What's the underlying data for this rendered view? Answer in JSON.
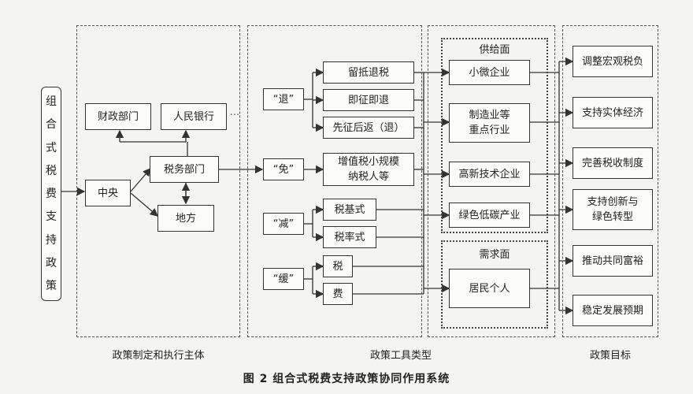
{
  "left_title_chars": [
    "组",
    "合",
    "式",
    "税",
    "费",
    "支",
    "持",
    "政",
    "策"
  ],
  "subjects": {
    "finance": "财政部门",
    "pboc": "人民银行",
    "pboc_dots": "···",
    "tax": "税务部门",
    "central": "中央",
    "local": "地方"
  },
  "tool_categories": {
    "refund": "“退”",
    "exempt": "“免”",
    "reduce": "“减”",
    "defer": "“缓”"
  },
  "tools": {
    "retained_credit_refund": "留抵退税",
    "immediate_refund": "即征即退",
    "collect_then_refund": "先征后返（退）",
    "vat_small_taxpayer": "增值税小规模\n纳税人等",
    "tax_base": "税基式",
    "tax_rate": "税率式",
    "tax": "税",
    "fee": "费"
  },
  "supply_side": {
    "header": "供给面",
    "items": [
      "小微企业",
      "制造业等\n重点行业",
      "高新技术企业",
      "绿色低碳产业"
    ]
  },
  "demand_side": {
    "header": "需求面",
    "items": [
      "居民个人"
    ]
  },
  "goals": [
    "调整宏观税负",
    "支持实体经济",
    "完善税收制度",
    "支持创新与\n绿色转型",
    "推动共同富裕",
    "稳定发展预期"
  ],
  "section_labels": {
    "subjects": "政策制定和执行主体",
    "tools": "政策工具类型",
    "goals": "政策目标"
  },
  "caption": "图 2    组合式税费支持政策协同作用系统"
}
